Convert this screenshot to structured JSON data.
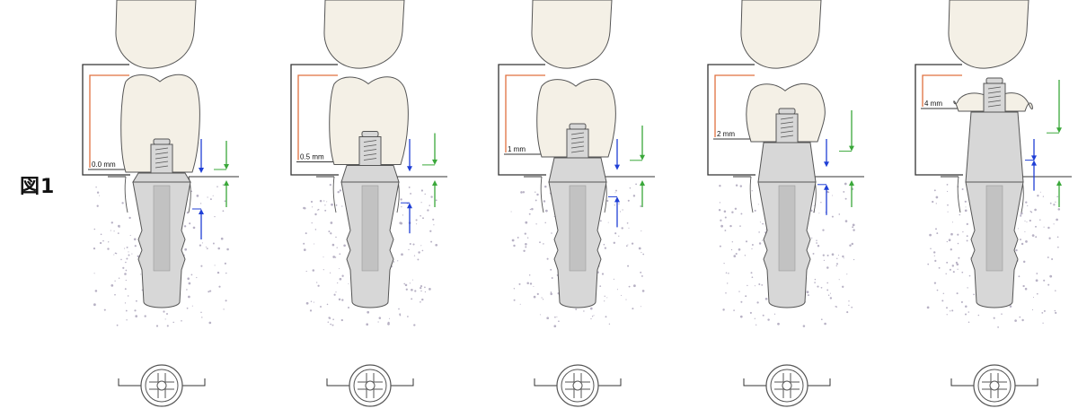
{
  "figure": {
    "label": "図1",
    "panels": [
      {
        "dimension_label": "0.0 mm",
        "gingiva_height_mm": 0.0
      },
      {
        "dimension_label": "0.5 mm",
        "gingiva_height_mm": 0.5
      },
      {
        "dimension_label": "1 mm",
        "gingiva_height_mm": 1
      },
      {
        "dimension_label": "2 mm",
        "gingiva_height_mm": 2
      },
      {
        "dimension_label": "4 mm",
        "gingiva_height_mm": 4
      }
    ],
    "colors": {
      "tooth": "#f4f0e6",
      "implant": "#d7d7d7",
      "implant_dark": "#a9a9a9",
      "outline": "#555555",
      "bracket": "#333333",
      "height_marker": "#e0703f",
      "arrow_blue": "#1f3fd6",
      "arrow_green": "#3aa83a",
      "bone_dots": "#b7b1c4"
    }
  }
}
